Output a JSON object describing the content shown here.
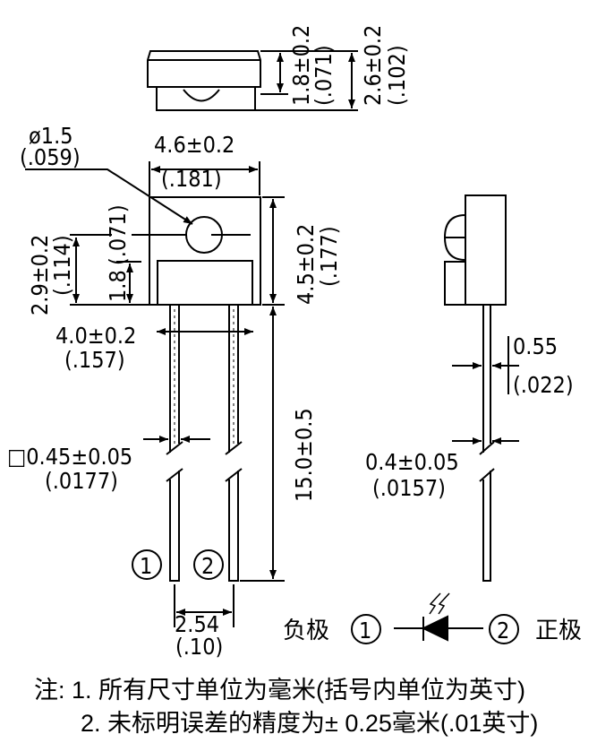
{
  "top_view": {
    "height_body": "1.8±0.2",
    "height_body_in": "(.071)",
    "height_total": "2.6±0.2",
    "height_total_in": "(.102)"
  },
  "front_view": {
    "lens_dia": "ø1.5",
    "lens_dia_in": "(.059)",
    "width": "4.6±0.2",
    "width_in": "(.181)",
    "lens_height": "2.9±0.2",
    "lens_height_in": "(.114)",
    "step_height": "1.8",
    "step_height_in": "(.071)",
    "body_height": "4.5±0.2",
    "body_height_in": "(.177)",
    "lead_span": "4.0±0.2",
    "lead_span_in": "(.157)",
    "lead_size": "□0.45±0.05",
    "lead_size_in": "(.0177)",
    "lead_length": "15.0±0.5",
    "pitch": "2.54",
    "pitch_in": "(.10)",
    "pin1": "1",
    "pin2": "2"
  },
  "side_view": {
    "thickness": "0.55",
    "thickness_in": "(.022)",
    "lead_thk": "0.4±0.05",
    "lead_thk_in": "(.0157)"
  },
  "symbol": {
    "cathode_label": "负极",
    "anode_label": "正极",
    "pin1": "1",
    "pin2": "2"
  },
  "notes": {
    "line1": "注: 1. 所有尺寸单位为毫米(括号内单位为英寸)",
    "line2": "2. 未标明误差的精度为± 0.25毫米(.01英寸)"
  }
}
